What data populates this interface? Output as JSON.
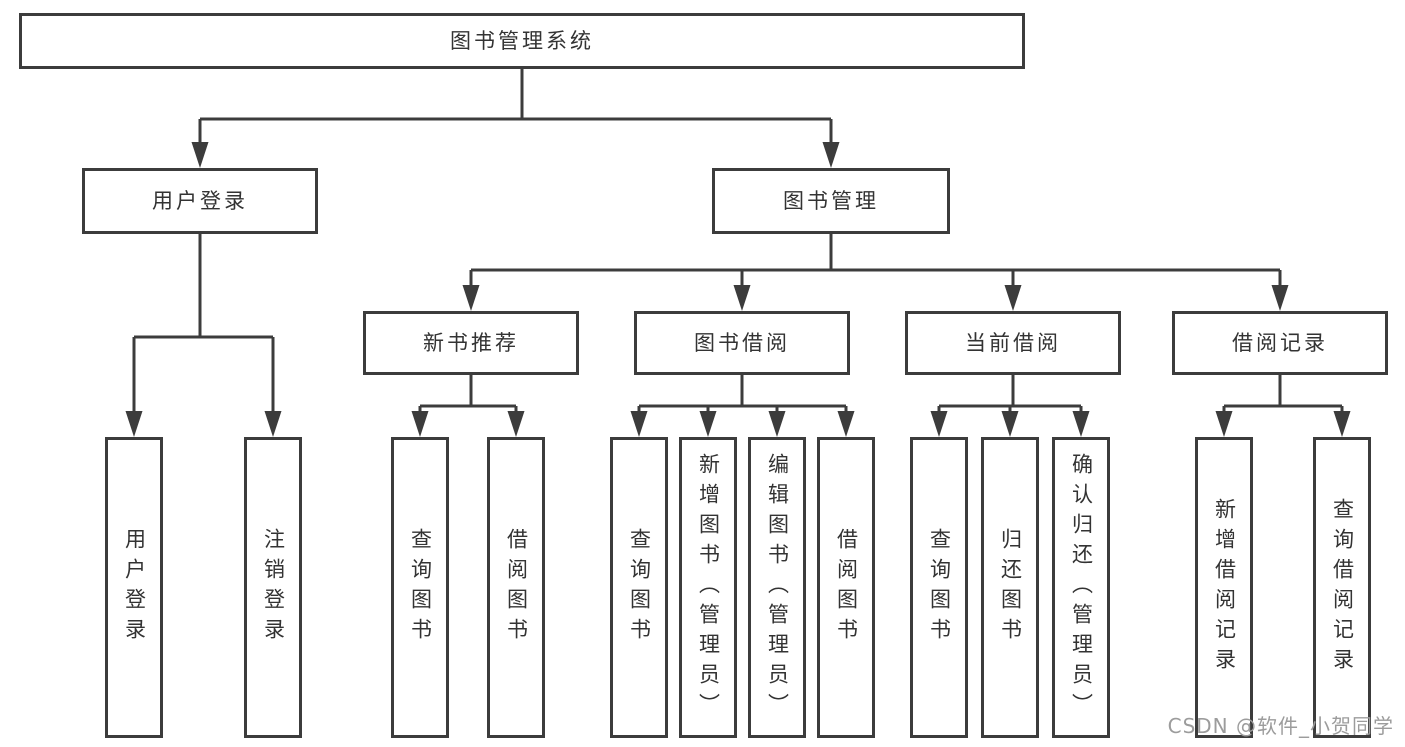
{
  "tree": {
    "root": {
      "label": "图书管理系统",
      "children": [
        {
          "label": "用户登录",
          "children": [
            {
              "label": "用户登录"
            },
            {
              "label": "注销登录"
            }
          ]
        },
        {
          "label": "图书管理",
          "children": [
            {
              "label": "新书推荐",
              "children": [
                {
                  "label": "查询图书"
                },
                {
                  "label": "借阅图书"
                }
              ]
            },
            {
              "label": "图书借阅",
              "children": [
                {
                  "label": "查询图书"
                },
                {
                  "label": "新增图书（管理员）"
                },
                {
                  "label": "编辑图书（管理员）"
                },
                {
                  "label": "借阅图书"
                }
              ]
            },
            {
              "label": "当前借阅",
              "children": [
                {
                  "label": "查询图书"
                },
                {
                  "label": "归还图书"
                },
                {
                  "label": "确认归还（管理员）"
                }
              ]
            },
            {
              "label": "借阅记录",
              "children": [
                {
                  "label": "新增借阅记录"
                },
                {
                  "label": "查询借阅记录"
                }
              ]
            }
          ]
        }
      ]
    }
  },
  "watermark": {
    "text": "CSDN @软件_小贺同学"
  },
  "colors": {
    "line": "#3c3c3c",
    "box_border": "#3c3c3c",
    "text": "#333333",
    "watermark": "#9c9c9c",
    "background": "#ffffff"
  }
}
